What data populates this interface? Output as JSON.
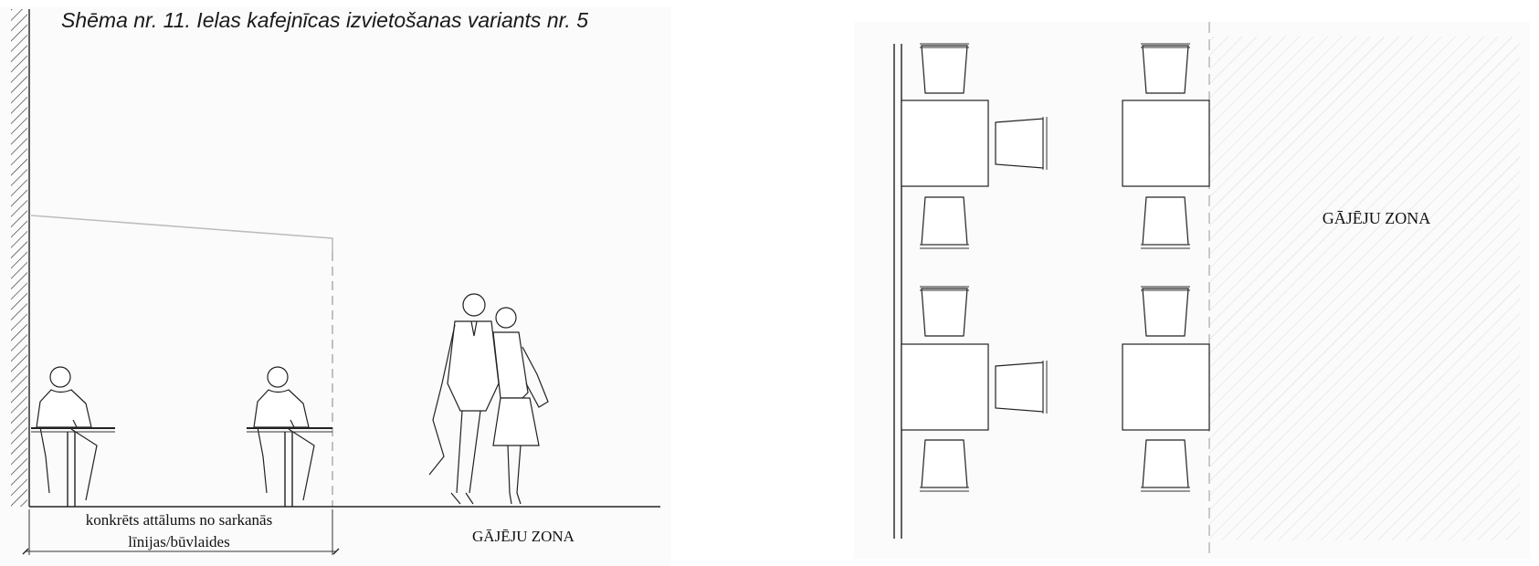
{
  "title": "Shēma nr. 11. Ielas kafejnīcas izvietošanas variants nr. 5",
  "section_view": {
    "distance_label_line1": "konkrēts attālums no sarkanās",
    "distance_label_line2": "līnijas/būvlaides",
    "pedestrian_zone_label": "GĀJĒJU ZONA"
  },
  "plan_view": {
    "pedestrian_zone_label": "GĀJĒJU ZONA"
  },
  "colors": {
    "line": "#222222",
    "panel_background": "#fbfbfb",
    "hatch": "#dcdcdc"
  }
}
